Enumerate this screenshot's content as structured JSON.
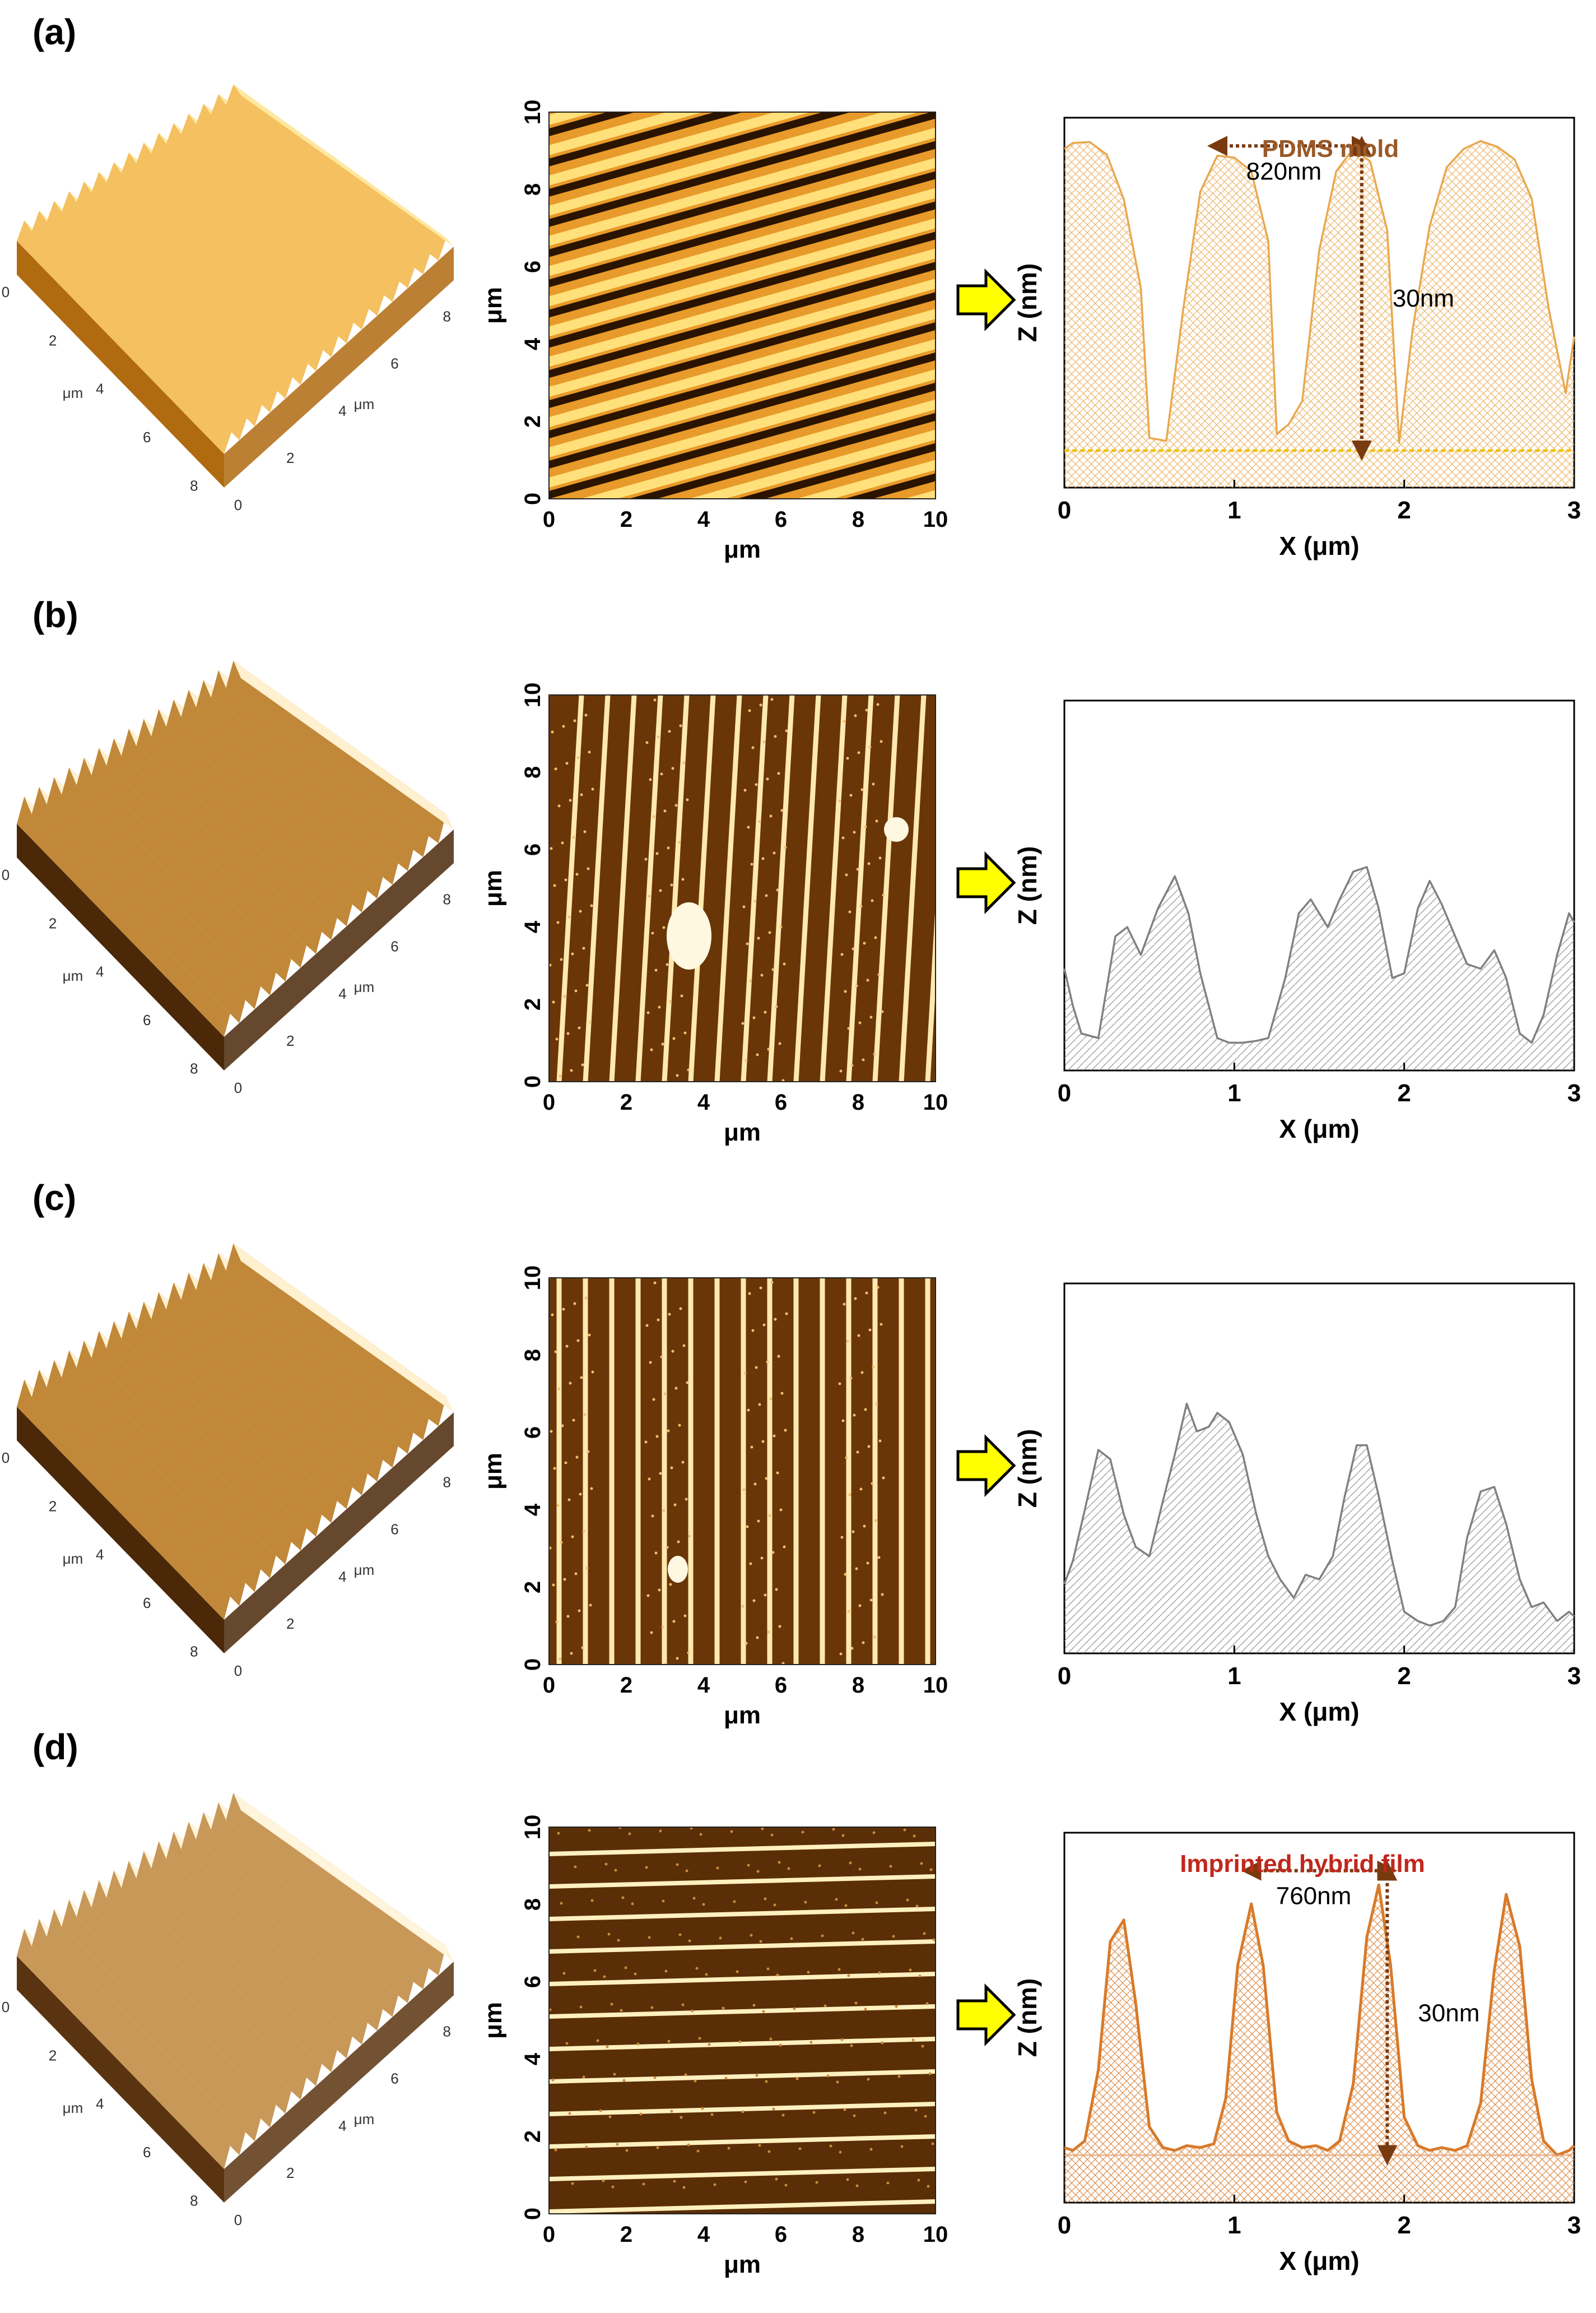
{
  "panels": [
    {
      "label": "(a)"
    },
    {
      "label": "(b)"
    },
    {
      "label": "(c)"
    },
    {
      "label": "(d)"
    }
  ],
  "colors": {
    "arrow_fill": "#ffff00",
    "arrow_stroke": "#000000",
    "mold_line": "#e8a850",
    "mold_baseline": "#f0c010",
    "profile_gray": "#808080",
    "film_line": "#d87a2a",
    "dim_arrow": "#7a3a10",
    "title_brown": "#9a5a28",
    "title_red": "#c0281c"
  },
  "chart_data": [
    {
      "panel": "(a)",
      "type": "area",
      "title": "PDMS mold",
      "xlabel": "X (μm)",
      "ylabel": "Z (nm)",
      "xlim": [
        0,
        3
      ],
      "ylim": [
        0,
        38
      ],
      "x_ticks": [
        "0",
        "1",
        "2",
        "3"
      ],
      "baseline": 3.8,
      "annotations": [
        {
          "text": "820nm",
          "x1": 0.9,
          "x2": 1.75,
          "y": 35.1
        },
        {
          "text": "30nm",
          "x": 1.75,
          "y1": 3.8,
          "y2": 35.1
        }
      ],
      "x": [
        0.0,
        0.05,
        0.15,
        0.25,
        0.35,
        0.45,
        0.5,
        0.6,
        0.7,
        0.8,
        0.9,
        1.0,
        1.1,
        1.2,
        1.25,
        1.32,
        1.4,
        1.5,
        1.6,
        1.7,
        1.8,
        1.9,
        1.97,
        2.05,
        2.15,
        2.25,
        2.35,
        2.45,
        2.55,
        2.65,
        2.75,
        2.85,
        2.95,
        3.0
      ],
      "y": [
        34.8,
        35.4,
        35.5,
        34.2,
        29.6,
        20.5,
        5.1,
        4.8,
        18.4,
        30.4,
        34.1,
        33.9,
        32.5,
        25.3,
        5.5,
        6.5,
        8.9,
        24.4,
        32.5,
        34.8,
        33.5,
        26.4,
        4.6,
        16.3,
        26.9,
        32.9,
        34.8,
        35.6,
        35.0,
        33.7,
        29.7,
        18.4,
        9.7,
        15.5
      ]
    },
    {
      "panel": "(b)",
      "type": "area",
      "xlabel": "X (μm)",
      "ylabel": "Z (nm)",
      "xlim": [
        0,
        3
      ],
      "ylim": [
        0,
        40
      ],
      "x_ticks": [
        "0",
        "1",
        "2",
        "3"
      ],
      "x": [
        0.0,
        0.05,
        0.1,
        0.2,
        0.3,
        0.37,
        0.45,
        0.55,
        0.65,
        0.73,
        0.8,
        0.9,
        0.97,
        1.05,
        1.13,
        1.2,
        1.3,
        1.38,
        1.45,
        1.55,
        1.62,
        1.7,
        1.78,
        1.85,
        1.93,
        2.0,
        2.08,
        2.15,
        2.22,
        2.3,
        2.37,
        2.45,
        2.53,
        2.6,
        2.68,
        2.75,
        2.82,
        2.9,
        2.97,
        3.0
      ],
      "y": [
        11.0,
        7.0,
        4.0,
        3.5,
        14.5,
        15.5,
        12.5,
        17.5,
        21.0,
        17.0,
        10.5,
        3.5,
        3.0,
        3.0,
        3.2,
        3.5,
        10.0,
        17.0,
        18.5,
        15.5,
        18.5,
        21.5,
        22.0,
        17.5,
        10.0,
        10.5,
        17.5,
        20.5,
        18.0,
        14.5,
        11.5,
        11.0,
        13.0,
        10.0,
        4.0,
        3.0,
        6.0,
        12.5,
        17.0,
        16.0
      ]
    },
    {
      "panel": "(c)",
      "type": "area",
      "xlabel": "X (μm)",
      "ylabel": "Z (nm)",
      "xlim": [
        0,
        3
      ],
      "ylim": [
        0,
        40
      ],
      "x_ticks": [
        "0",
        "1",
        "2",
        "3"
      ],
      "x": [
        0.0,
        0.05,
        0.12,
        0.2,
        0.27,
        0.35,
        0.42,
        0.5,
        0.58,
        0.65,
        0.72,
        0.78,
        0.85,
        0.9,
        0.97,
        1.05,
        1.13,
        1.2,
        1.27,
        1.35,
        1.42,
        1.5,
        1.58,
        1.65,
        1.72,
        1.78,
        1.85,
        1.93,
        2.0,
        2.08,
        2.15,
        2.23,
        2.3,
        2.37,
        2.45,
        2.53,
        2.6,
        2.68,
        2.75,
        2.82,
        2.9,
        2.97,
        3.0
      ],
      "y": [
        7.5,
        10.0,
        15.5,
        22.0,
        21.0,
        15.0,
        11.5,
        10.5,
        16.5,
        21.5,
        27.0,
        24.0,
        24.5,
        26.0,
        25.0,
        21.5,
        15.0,
        10.5,
        8.0,
        6.0,
        8.5,
        8.0,
        10.5,
        17.0,
        22.5,
        22.5,
        17.0,
        10.0,
        4.5,
        3.5,
        3.0,
        3.5,
        5.0,
        12.5,
        17.5,
        18.0,
        14.0,
        8.0,
        5.0,
        5.5,
        3.5,
        4.5,
        4.0
      ]
    },
    {
      "panel": "(d)",
      "type": "area",
      "title": "Imprinted hybrid film",
      "xlabel": "X (μm)",
      "ylabel": "Z (nm)",
      "xlim": [
        0,
        3
      ],
      "ylim": [
        0,
        39
      ],
      "x_ticks": [
        "0",
        "1",
        "2",
        "3"
      ],
      "baseline": 5,
      "annotations": [
        {
          "text": "760nm",
          "x1": 1.1,
          "x2": 1.9,
          "y": 35
        },
        {
          "text": "30nm",
          "x": 1.9,
          "y1": 5,
          "y2": 35
        }
      ],
      "x": [
        0.0,
        0.05,
        0.12,
        0.2,
        0.27,
        0.35,
        0.42,
        0.5,
        0.58,
        0.65,
        0.72,
        0.8,
        0.88,
        0.95,
        1.02,
        1.1,
        1.17,
        1.25,
        1.32,
        1.4,
        1.48,
        1.55,
        1.62,
        1.7,
        1.78,
        1.85,
        1.92,
        2.0,
        2.08,
        2.15,
        2.22,
        2.3,
        2.37,
        2.45,
        2.53,
        2.6,
        2.68,
        2.75,
        2.82,
        2.9,
        2.97,
        3.0
      ],
      "y": [
        5.8,
        5.5,
        6.5,
        14.0,
        27.5,
        29.8,
        21.0,
        8.0,
        5.8,
        5.5,
        6.0,
        5.8,
        6.2,
        11.0,
        25.0,
        31.5,
        25.0,
        9.5,
        6.5,
        5.8,
        6.0,
        5.5,
        6.5,
        12.5,
        28.0,
        33.5,
        25.0,
        9.0,
        6.0,
        5.5,
        5.8,
        5.5,
        6.0,
        10.5,
        24.5,
        32.5,
        27.0,
        13.0,
        6.5,
        5.0,
        5.5,
        6.0
      ]
    }
  ],
  "afm_top": [
    {
      "xlabel": "μm",
      "ylabel": "μm",
      "ticks": [
        "0",
        "2",
        "4",
        "6",
        "8",
        "10"
      ]
    },
    {
      "xlabel": "μm",
      "ylabel": "μm",
      "ticks": [
        "0",
        "2",
        "4",
        "6",
        "8",
        "10"
      ]
    },
    {
      "xlabel": "μm",
      "ylabel": "μm",
      "ticks": [
        "0",
        "2",
        "4",
        "6",
        "8",
        "10"
      ]
    },
    {
      "xlabel": "μm",
      "ylabel": "μm",
      "ticks": [
        "0",
        "2",
        "4",
        "6",
        "8",
        "10"
      ]
    }
  ],
  "afm_3d": [
    {
      "unit": "μm",
      "left_ticks": [
        "0",
        "2",
        "4",
        "6",
        "8"
      ],
      "right_ticks": [
        "0",
        "2",
        "4",
        "6",
        "8"
      ]
    },
    {
      "unit": "μm",
      "left_ticks": [
        "0",
        "2",
        "4",
        "6",
        "8"
      ],
      "right_ticks": [
        "0",
        "2",
        "4",
        "6",
        "8"
      ]
    },
    {
      "unit": "μm",
      "left_ticks": [
        "0",
        "2",
        "4",
        "6",
        "8"
      ],
      "right_ticks": [
        "0",
        "2",
        "4",
        "6",
        "8"
      ]
    },
    {
      "unit": "μm",
      "left_ticks": [
        "0",
        "2",
        "4",
        "6",
        "8"
      ],
      "right_ticks": [
        "0",
        "2",
        "4",
        "6",
        "8"
      ]
    }
  ]
}
